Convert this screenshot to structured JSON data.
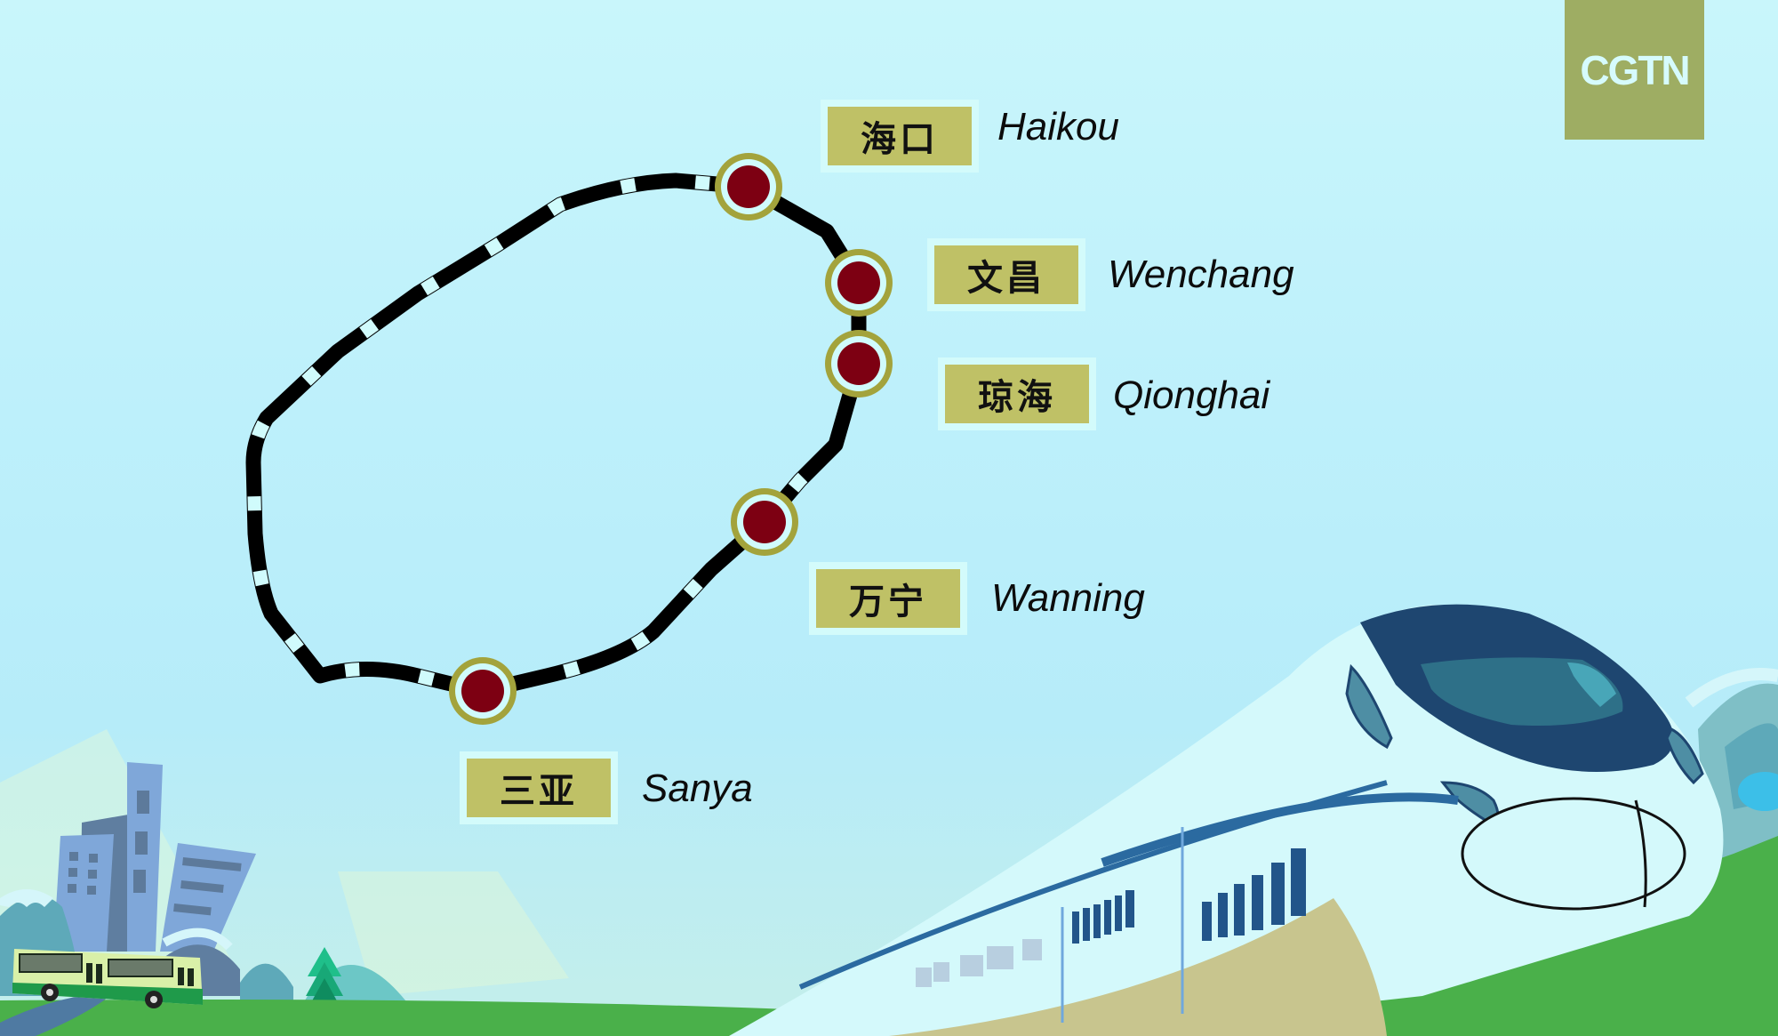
{
  "logo": {
    "text": "CGTN",
    "color": "#9ead63"
  },
  "route": {
    "track_color": "#000000",
    "station_outer_color": "#a3a33c",
    "station_inner_color": "#7d0012",
    "label_box_color": "#bfc166"
  },
  "stations": [
    {
      "zh": "海口",
      "en": "Haikou"
    },
    {
      "zh": "文昌",
      "en": "Wenchang"
    },
    {
      "zh": "琼海",
      "en": "Qionghai"
    },
    {
      "zh": "万宁",
      "en": "Wanning"
    },
    {
      "zh": "三亚",
      "en": "Sanya"
    }
  ],
  "illustration": {
    "train": "high-speed-train",
    "bus": "green-bus",
    "background": "city-skyline-mountains-grass"
  }
}
